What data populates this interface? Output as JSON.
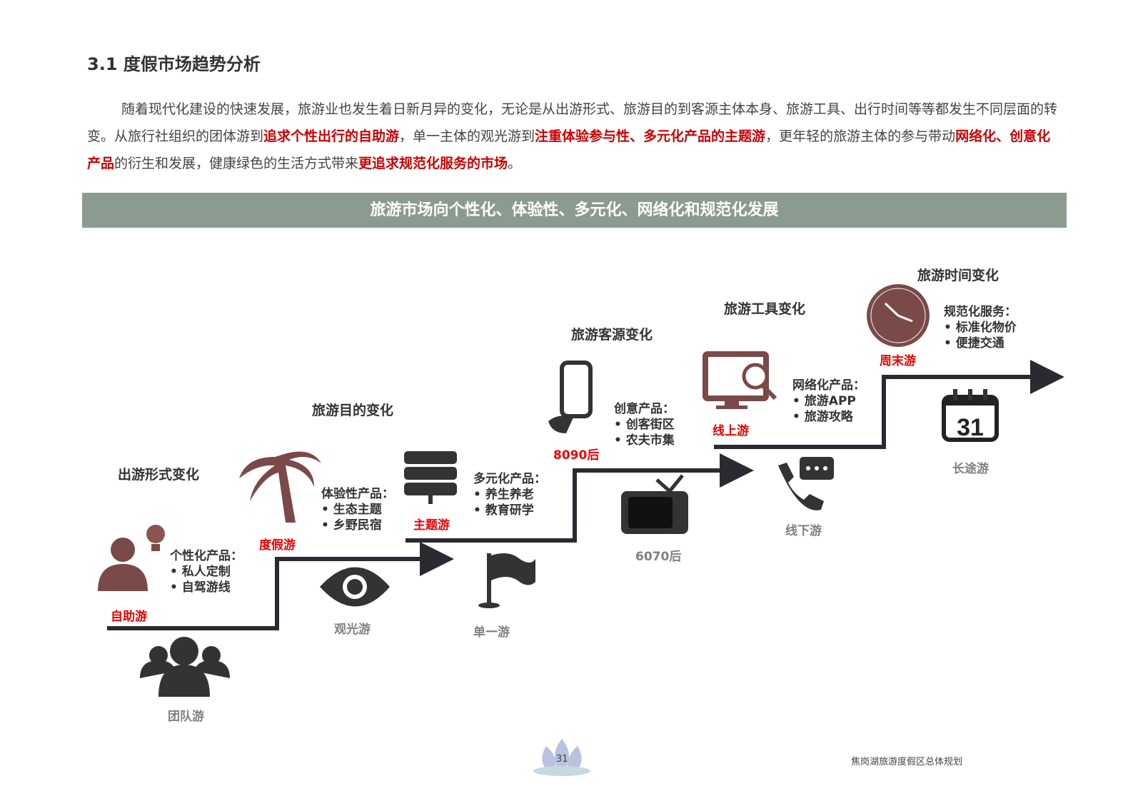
{
  "heading": "3.1  度假市场趋势分析",
  "paragraph": [
    {
      "t": "随着现代化建设的快速发展，旅游业也发生着日新月异的变化，无论是从出游形式、旅游目的到客源主体本身、旅游工具、出行时间等等都发生不同层面的转变。从旅行社组织的团体游到",
      "h": false
    },
    {
      "t": "追求个性出行的自助游",
      "h": true
    },
    {
      "t": "，单一主体的观光游到",
      "h": false
    },
    {
      "t": "注重体验参与性、多元化产品的主题游",
      "h": true
    },
    {
      "t": "，更年轻的旅游主体的参与带动",
      "h": false
    },
    {
      "t": "网络化、创意化产品",
      "h": true
    },
    {
      "t": "的衍生和发展，健康绿色的生活方式带来",
      "h": false
    },
    {
      "t": "更追求规范化服务的市场",
      "h": true
    },
    {
      "t": "。",
      "h": false
    }
  ],
  "banner": "旅游市场向个性化、体验性、多元化、网络化和规范化发展",
  "stages": [
    {
      "title": "出游形式变化",
      "product": "个性化产品：",
      "items": [
        "•  私人定制",
        "•  自驾游线"
      ],
      "new": "自助游",
      "old": "团队游"
    },
    {
      "title": "旅游目的变化",
      "product": "体验性产品：",
      "items": [
        "•  生态主题",
        "•  乡野民宿"
      ],
      "new": "度假游",
      "old": "观光游"
    },
    {
      "title": "",
      "product": "多元化产品：",
      "items": [
        "•  养生养老",
        "•  教育研学"
      ],
      "new": "主题游",
      "old": "单一游"
    },
    {
      "title": "旅游客源变化",
      "product": "创意产品：",
      "items": [
        "•  创客街区",
        "•  农夫市集"
      ],
      "new": "8090后",
      "old": "6070后"
    },
    {
      "title": "旅游工具变化",
      "product": "网络化产品：",
      "items": [
        "•  旅游APP",
        "•  旅游攻略"
      ],
      "new": "线上游",
      "old": "线下游"
    },
    {
      "title": "旅游时间变化",
      "product": "规范化服务：",
      "items": [
        "•  标准化物价",
        "•  便捷交通"
      ],
      "new": "周末游",
      "old": "长途游"
    }
  ],
  "calendar_day": "31",
  "footer": {
    "page": "31",
    "doc": "焦岗湖旅游度假区总体规划"
  },
  "colors": {
    "accent": "#e00000",
    "banner": "#8c9b90",
    "icon": "#7a4a48",
    "line": "#2a2a33"
  }
}
